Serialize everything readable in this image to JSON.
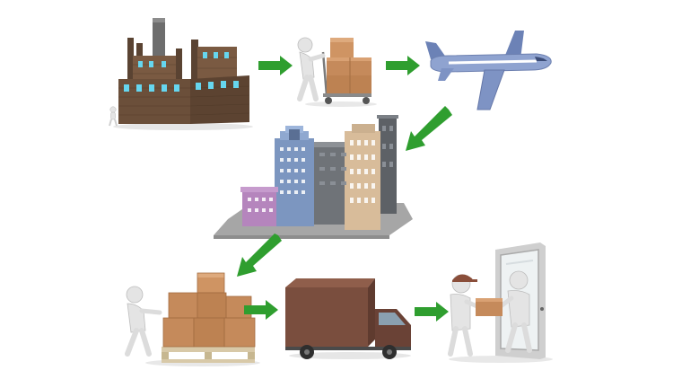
{
  "diagram": {
    "flow": [
      {
        "id": "factory",
        "icon": "factory-icon"
      },
      {
        "id": "warehouse-worker-trolley",
        "icon": "hand-truck-icon"
      },
      {
        "id": "air-freight",
        "icon": "airplane-icon"
      },
      {
        "id": "city",
        "icon": "city-buildings-icon"
      },
      {
        "id": "distribution-pallet",
        "icon": "pallet-boxes-icon"
      },
      {
        "id": "delivery-truck",
        "icon": "delivery-truck-icon"
      },
      {
        "id": "doorstep-delivery",
        "icon": "door-delivery-icon"
      }
    ],
    "colors": {
      "arrow": "#2f9e2f",
      "cardboard": "#c58a5b",
      "factory_brick": "#6b4f3a",
      "window_glow": "#66d6ef",
      "airplane": "#7e93c4",
      "truck_body": "#7a4e3e",
      "figure": "#e4e4e4"
    }
  }
}
